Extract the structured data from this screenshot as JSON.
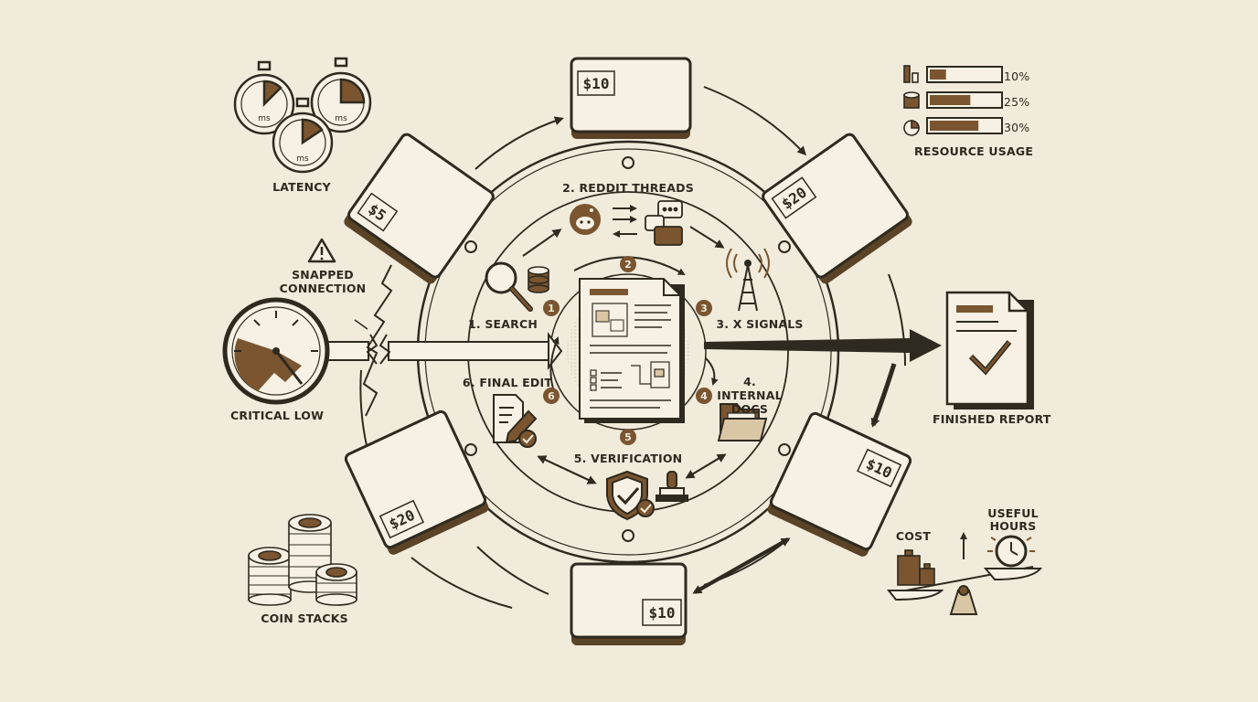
{
  "colors": {
    "background": "#f1ebdc",
    "ink": "#2e2a1f",
    "accent_brown": "#7a5530",
    "card_fill": "#f6f1e4"
  },
  "cycle": {
    "steps": [
      {
        "number": "1",
        "label": "1. SEARCH"
      },
      {
        "number": "2",
        "label": "2. REDDIT THREADS"
      },
      {
        "number": "3",
        "label": "3. X SIGNALS"
      },
      {
        "number": "4",
        "label": "4. INTERNAL\nDOCS"
      },
      {
        "number": "5",
        "label": "5. VERIFICATION"
      },
      {
        "number": "6",
        "label": "6. FINAL EDIT"
      }
    ]
  },
  "cards": {
    "top": "$10",
    "top_right": "$20",
    "right": "$10",
    "bottom": "$10",
    "bottom_left": "$20",
    "top_left": "$5"
  },
  "latency": {
    "label": "LATENCY",
    "dial_unit": "ms"
  },
  "snapped": {
    "label": "SNAPPED\nCONNECTION"
  },
  "gauge": {
    "label": "CRITICAL LOW"
  },
  "coins": {
    "label": "COIN STACKS"
  },
  "report": {
    "label": "FINISHED REPORT"
  },
  "resources": {
    "title": "RESOURCE USAGE",
    "bars": [
      {
        "icon": "cpu-icon",
        "value_pct": 10,
        "label": "10%"
      },
      {
        "icon": "database-icon",
        "value_pct": 25,
        "label": "25%"
      },
      {
        "icon": "pie-chart-icon",
        "value_pct": 30,
        "label": "30%"
      }
    ]
  },
  "scale": {
    "cost_label": "COST",
    "hours_label": "USEFUL\nHOURS"
  }
}
